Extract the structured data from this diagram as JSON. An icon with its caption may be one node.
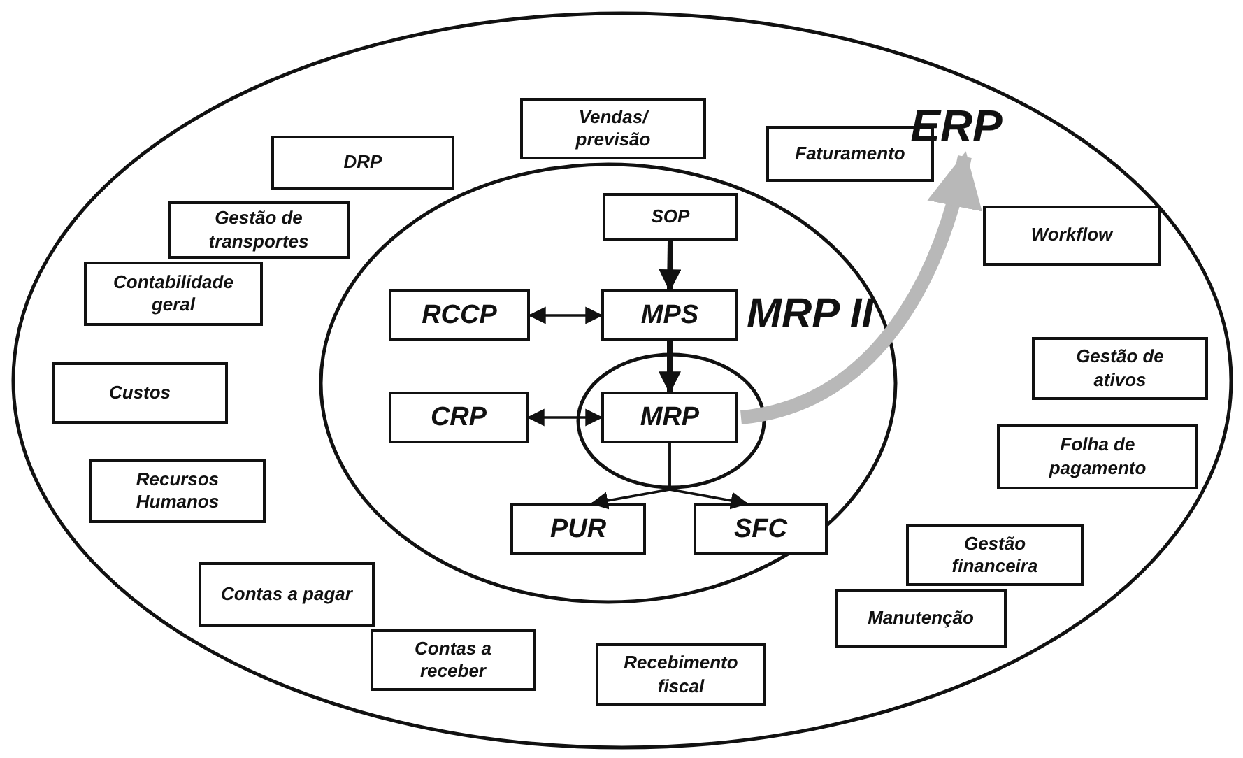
{
  "diagram": {
    "nodes": [
      {
        "text": [],
        "shape": "circle"
      },
      {
        "text": [
          "Vendas/ previsão"
        ],
        "in": 0
      },
      {
        "text": [
          "Faturamento"
        ],
        "in": 0
      },
      {
        "text": [
          "DRP"
        ],
        "in": 0
      },
      {
        "text": [
          "ERP"
        ],
        "in": 0
      },
      {
        "text": [
          "Gestão de transportes"
        ],
        "in": 0
      },
      {
        "text": [
          "MRP II"
        ],
        "in": 0
      },
      {
        "text": [
          "SOP"
        ],
        "in": 6
      },
      {
        "text": [
          "Workflow"
        ],
        "in": 0
      },
      {
        "text": [
          "Contabilidade geral"
        ],
        "in": 0
      },
      {
        "text": [
          "RCCP"
        ],
        "in": 6
      },
      {
        "text": [
          "MPS"
        ],
        "in": 6
      },
      {
        "text": [],
        "shape": "circle",
        "in": 6
      },
      {
        "text": [
          "CRP"
        ],
        "in": 6
      },
      {
        "text": [
          "MRP"
        ],
        "in": 12
      },
      {
        "text": [
          "Gestão de ativos"
        ],
        "in": 0
      },
      {
        "text": [
          "Custos"
        ],
        "in": 0
      },
      {
        "text": [
          "Folha de pagamento"
        ],
        "in": 0
      },
      {
        "text": [
          "Recursos Humanos"
        ],
        "in": 0
      },
      {
        "text": [
          "PUR"
        ],
        "in": 6
      },
      {
        "text": [
          "SFC"
        ],
        "in": 6
      },
      {
        "text": [
          "Gestão financeira"
        ],
        "in": 0
      },
      {
        "text": [
          "Contas a pagar"
        ],
        "in": 0
      },
      {
        "text": [
          "Manutenção"
        ],
        "in": 0
      },
      {
        "text": [
          "Contas a receber"
        ],
        "in": 0
      },
      {
        "text": [
          "Recebimento fiscal"
        ],
        "in": 0
      }
    ],
    "edges": [
      {
        "from": 7,
        "to": 11,
        "arrow": "to",
        "style": "thick"
      },
      {
        "from": 10,
        "to": 11,
        "arrow": "both"
      },
      {
        "from": 11,
        "to": 14,
        "arrow": "to",
        "style": "thick"
      },
      {
        "from": 13,
        "to": 14,
        "arrow": "both"
      },
      {
        "from": 14,
        "to": 19,
        "arrow": "to"
      },
      {
        "from": 14,
        "to": 20,
        "arrow": "to"
      },
      {
        "from": 14,
        "to": 4,
        "arrow": "to",
        "style": "thick",
        "color": "#b8b8b8"
      }
    ]
  }
}
